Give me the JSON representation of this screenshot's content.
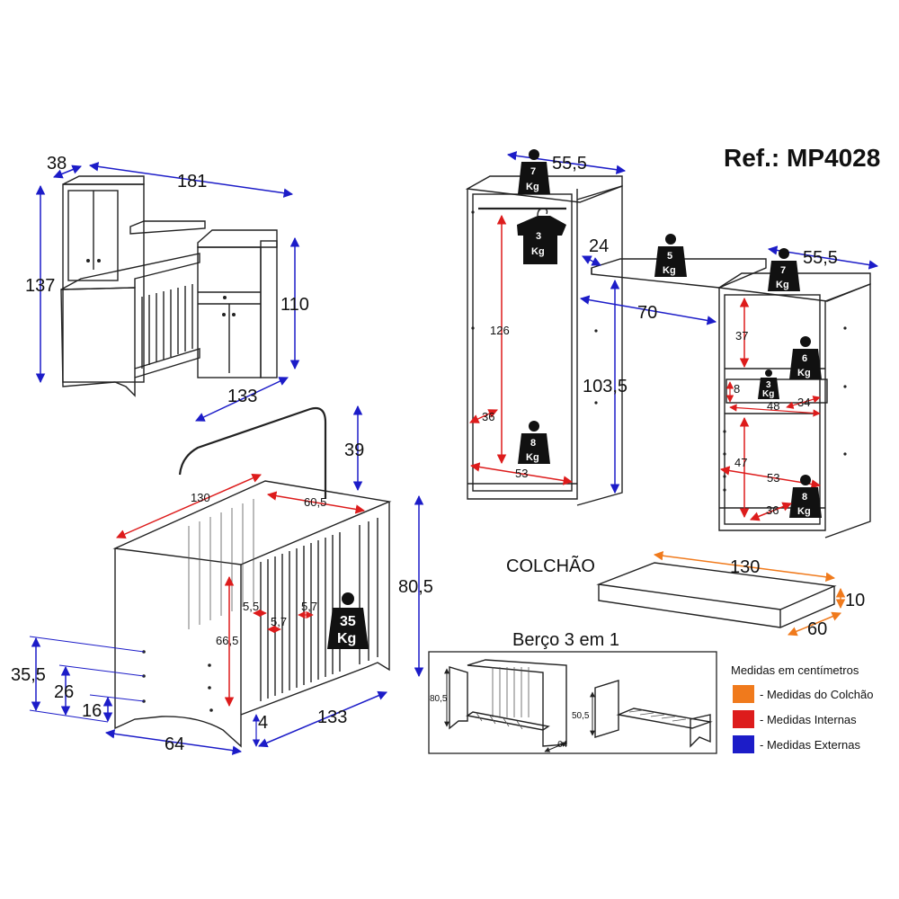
{
  "header": {
    "ref": "Ref.: MP4028"
  },
  "colors": {
    "external": "#1c1cc8",
    "internal": "#dd1c1c",
    "mattress": "#f07a1c",
    "weight_fill": "#111111"
  },
  "overview": {
    "depth": "38",
    "width": "181",
    "height_total": "137",
    "height_dresser": "110",
    "length": "133"
  },
  "crib": {
    "width": "130",
    "inner_depth": "60,5",
    "headboard": "39",
    "height": "80,5",
    "inner_height": "66,5",
    "slot_a": "5,5",
    "slot_b": "5,7",
    "slot_c": "5,7",
    "weight": "35",
    "unit": "Kg",
    "level_1": "35,5",
    "level_2": "26",
    "level_3": "16",
    "side": "4",
    "length": "133",
    "depth": "64"
  },
  "wardrobe": {
    "depth": "55,5",
    "top_weight": "7",
    "rod_weight": "3",
    "inner_height": "126",
    "bottom_weight": "8",
    "inner_depth": "36",
    "inner_width": "53",
    "height": "103,5"
  },
  "shelf": {
    "depth": "24",
    "weight": "5",
    "length": "70"
  },
  "dresser": {
    "depth": "55,5",
    "top_weight": "7",
    "niche_height": "37",
    "shelf_weight": "6",
    "drawer_weight": "3",
    "drawer_height": "8",
    "drawer_width": "48",
    "drawer_depth": "34",
    "lower_height": "47",
    "inner_width": "53",
    "bottom_weight": "8",
    "inner_depth": "36"
  },
  "mattress": {
    "label": "COLCHÃO",
    "length": "130",
    "height": "10",
    "depth": "60"
  },
  "convertible": {
    "title": "Berço 3 em 1",
    "crib_height": "80,5",
    "crib_depth": "64",
    "bed_height": "50,5"
  },
  "legend": {
    "title": "Medidas em centímetros",
    "mattress": "- Medidas do Colchão",
    "internal": "- Medidas Internas",
    "external": "- Medidas Externas"
  }
}
